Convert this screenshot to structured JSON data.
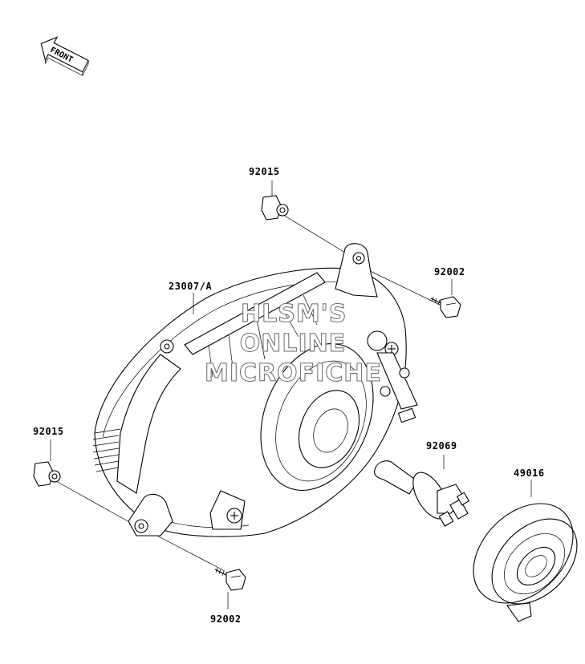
{
  "diagram": {
    "front_arrow_text": "FRONT",
    "parts": [
      {
        "id": "housing",
        "number": "23007/A"
      },
      {
        "id": "nut-top",
        "number": "92015"
      },
      {
        "id": "bolt-top",
        "number": "92002"
      },
      {
        "id": "nut-left",
        "number": "92015"
      },
      {
        "id": "bolt-bottom",
        "number": "92002"
      },
      {
        "id": "bulb",
        "number": "92069"
      },
      {
        "id": "cap",
        "number": "49016"
      }
    ],
    "watermark": [
      "HLSM'S",
      "ONLINE",
      "MICROFICHE"
    ]
  }
}
